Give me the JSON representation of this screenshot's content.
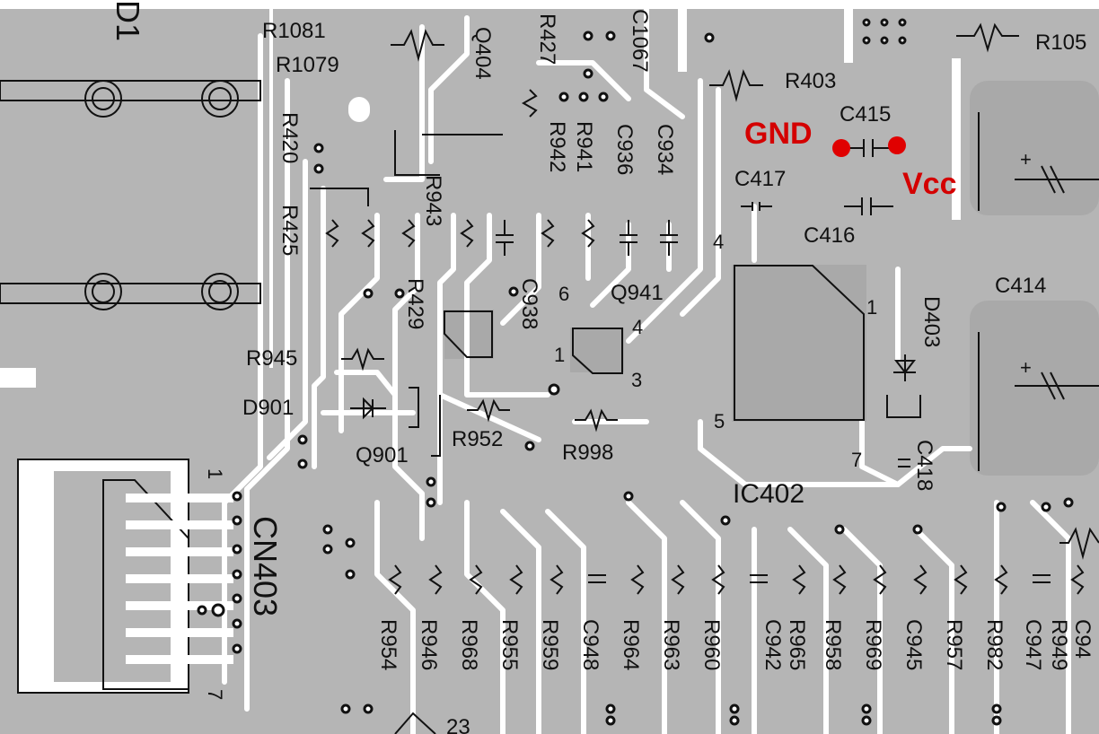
{
  "diagram": {
    "labels": {
      "r1081": "R1081",
      "r1079": "R1079",
      "r420": "R420",
      "r425": "R425",
      "q404": "Q404",
      "r427": "R427",
      "c1067": "C1067",
      "r941": "R941",
      "r942": "R942",
      "c936": "C936",
      "c934": "C934",
      "r943": "R943",
      "r403": "R403",
      "c415": "C415",
      "c417": "C417",
      "c416": "C416",
      "c414": "C414",
      "d403": "D403",
      "r105": "R105",
      "r429": "R429",
      "c938": "C938",
      "q941": "Q941",
      "r945": "R945",
      "d901": "D901",
      "q901": "Q901",
      "r952": "R952",
      "r998": "R998",
      "ic402": "IC402",
      "c418": "C418",
      "cn403": "CN403",
      "d01": "D1",
      "r954": "R954",
      "r946": "R946",
      "r968": "R968",
      "r955": "R955",
      "r959": "R959",
      "c948": "C948",
      "r964": "R964",
      "r963": "R963",
      "r960": "R960",
      "c942": "C942",
      "r965": "R965",
      "r958": "R958",
      "r969": "R969",
      "c945": "C945",
      "r957": "R957",
      "r982": "R982",
      "c947": "C947",
      "r949": "R949",
      "c94x": "C94"
    },
    "pins": {
      "p1_ic": "1",
      "p4_ic": "4",
      "p5_ic": "5",
      "p7_ic": "7",
      "p6_q": "6",
      "p4_q": "4",
      "p1_q": "1",
      "p3_q": "3",
      "p1_cn": "1",
      "p7_cn": "7",
      "p23": "23"
    },
    "annotations": {
      "gnd": "GND",
      "vcc": "Vcc",
      "color": "#e00000"
    }
  }
}
